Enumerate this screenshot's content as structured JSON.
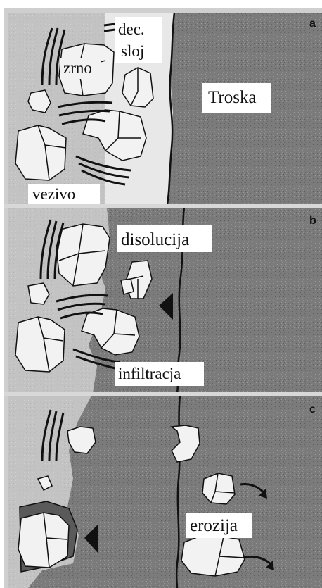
{
  "panels": [
    {
      "letter": "a",
      "labels": {
        "decorative_layer": [
          "dec.",
          "sloj"
        ],
        "grain": "zrno",
        "binder": "vezivo",
        "slag": "Troska"
      }
    },
    {
      "letter": "b",
      "labels": {
        "dissolution": "disolucija",
        "infiltration": "infiltracja"
      }
    },
    {
      "letter": "c",
      "labels": {
        "erosion": "erozija"
      }
    }
  ],
  "colors": {
    "ceramic": "#c3c3c3",
    "slag": "#7b7b7b",
    "grain": "#f2f2f2",
    "line": "#111111",
    "frame": "#cfcfcf",
    "label_bg": "#ffffff"
  }
}
